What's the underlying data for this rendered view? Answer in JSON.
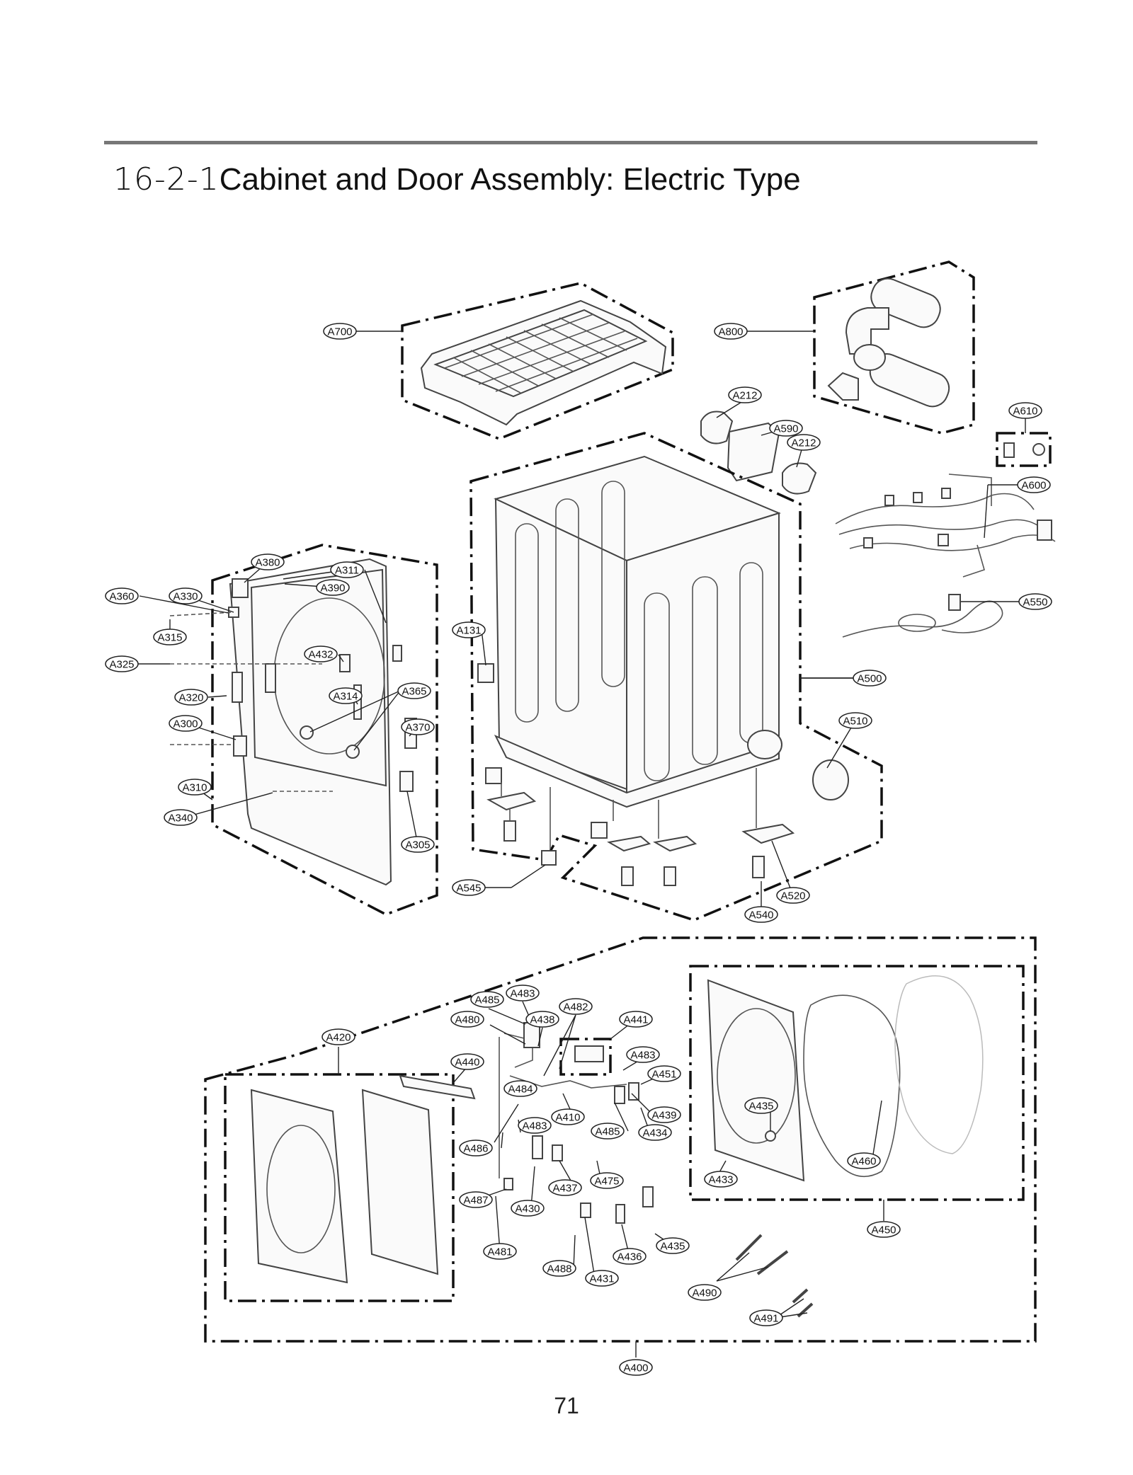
{
  "header": {
    "section_number": "16-2-1",
    "title": "Cabinet and Door Assembly: Electric Type"
  },
  "footer": {
    "page_number": "71"
  },
  "callouts": [
    {
      "label": "A700"
    },
    {
      "label": "A800"
    },
    {
      "label": "A212"
    },
    {
      "label": "A590"
    },
    {
      "label": "A212"
    },
    {
      "label": "A610"
    },
    {
      "label": "A600"
    },
    {
      "label": "A550"
    },
    {
      "label": "A380"
    },
    {
      "label": "A311"
    },
    {
      "label": "A390"
    },
    {
      "label": "A360"
    },
    {
      "label": "A330"
    },
    {
      "label": "A315"
    },
    {
      "label": "A325"
    },
    {
      "label": "A432"
    },
    {
      "label": "A131"
    },
    {
      "label": "A314"
    },
    {
      "label": "A365"
    },
    {
      "label": "A320"
    },
    {
      "label": "A300"
    },
    {
      "label": "A370"
    },
    {
      "label": "A500"
    },
    {
      "label": "A510"
    },
    {
      "label": "A310"
    },
    {
      "label": "A340"
    },
    {
      "label": "A305"
    },
    {
      "label": "A545"
    },
    {
      "label": "A520"
    },
    {
      "label": "A540"
    },
    {
      "label": "A485"
    },
    {
      "label": "A483"
    },
    {
      "label": "A480"
    },
    {
      "label": "A438"
    },
    {
      "label": "A482"
    },
    {
      "label": "A441"
    },
    {
      "label": "A420"
    },
    {
      "label": "A483"
    },
    {
      "label": "A440"
    },
    {
      "label": "A451"
    },
    {
      "label": "A484"
    },
    {
      "label": "A439"
    },
    {
      "label": "A410"
    },
    {
      "label": "A435"
    },
    {
      "label": "A483"
    },
    {
      "label": "A485"
    },
    {
      "label": "A434"
    },
    {
      "label": "A486"
    },
    {
      "label": "A460"
    },
    {
      "label": "A475"
    },
    {
      "label": "A433"
    },
    {
      "label": "A437"
    },
    {
      "label": "A487"
    },
    {
      "label": "A430"
    },
    {
      "label": "A450"
    },
    {
      "label": "A435"
    },
    {
      "label": "A481"
    },
    {
      "label": "A436"
    },
    {
      "label": "A488"
    },
    {
      "label": "A431"
    },
    {
      "label": "A490"
    },
    {
      "label": "A491"
    },
    {
      "label": "A400"
    }
  ]
}
